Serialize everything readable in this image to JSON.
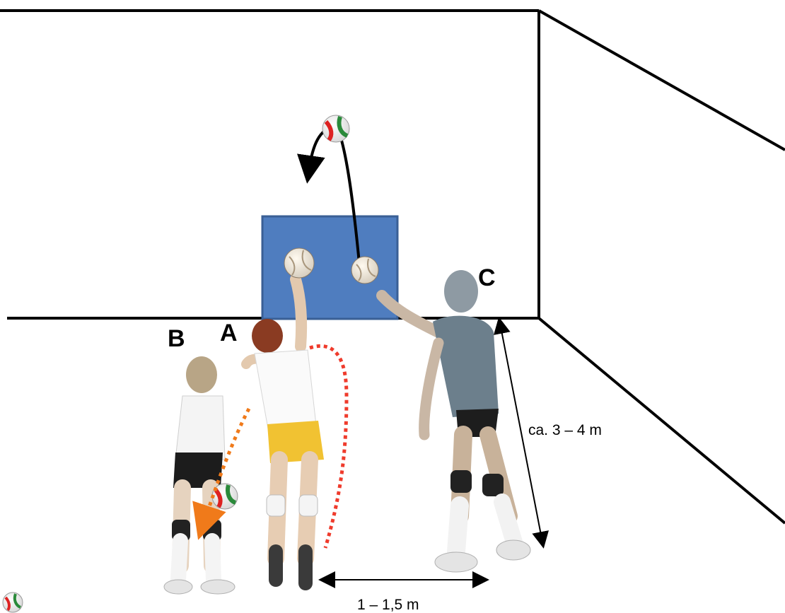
{
  "labels": {
    "player_a": "A",
    "player_b": "B",
    "player_c": "C",
    "distance_wall": "ca. 3 – 4  m",
    "distance_players": "1 – 1,5 m"
  },
  "colors": {
    "target_fill": "#4f7dbf",
    "target_stroke": "#3a5f95",
    "path_red": "#ef3b2c",
    "path_orange": "#f07a1a",
    "lines": "#000000"
  },
  "icons": {
    "ball": "volleyball-icon"
  }
}
